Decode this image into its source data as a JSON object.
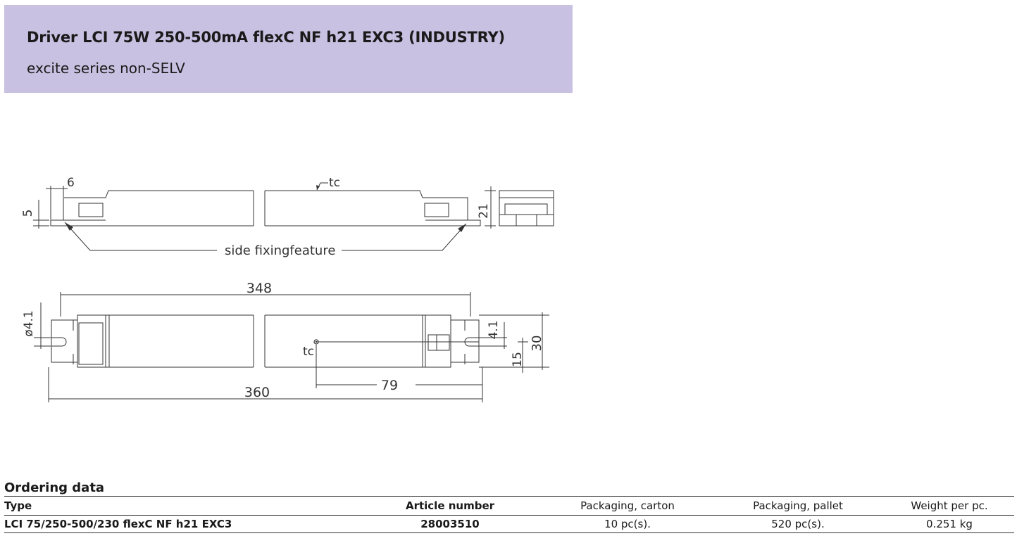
{
  "header": {
    "title": "Driver LCI 75W 250-500mA flexC NF h21 EXC3 (INDUSTRY)",
    "subtitle": "excite series non-SELV"
  },
  "drawing": {
    "side_view": {
      "dim_6": "6",
      "dim_5": "5",
      "dim_21": "21",
      "tc_label": "tc",
      "side_fixing_label": "side fixingfeature"
    },
    "top_view": {
      "dim_348": "348",
      "dim_360": "360",
      "dim_diameter": "ø4.1",
      "dim_4_1": "4.1",
      "dim_15": "15",
      "dim_30": "30",
      "dim_79": "79",
      "tc_label": "tc"
    }
  },
  "ordering": {
    "heading": "Ordering data",
    "columns": [
      "Type",
      "Article number",
      "Packaging, carton",
      "Packaging, pallet",
      "Weight per pc."
    ],
    "rows": [
      [
        "LCI 75/250-500/230 flexC NF h21 EXC3",
        "28003510",
        "10 pc(s).",
        "520 pc(s).",
        "0.251 kg"
      ]
    ]
  }
}
